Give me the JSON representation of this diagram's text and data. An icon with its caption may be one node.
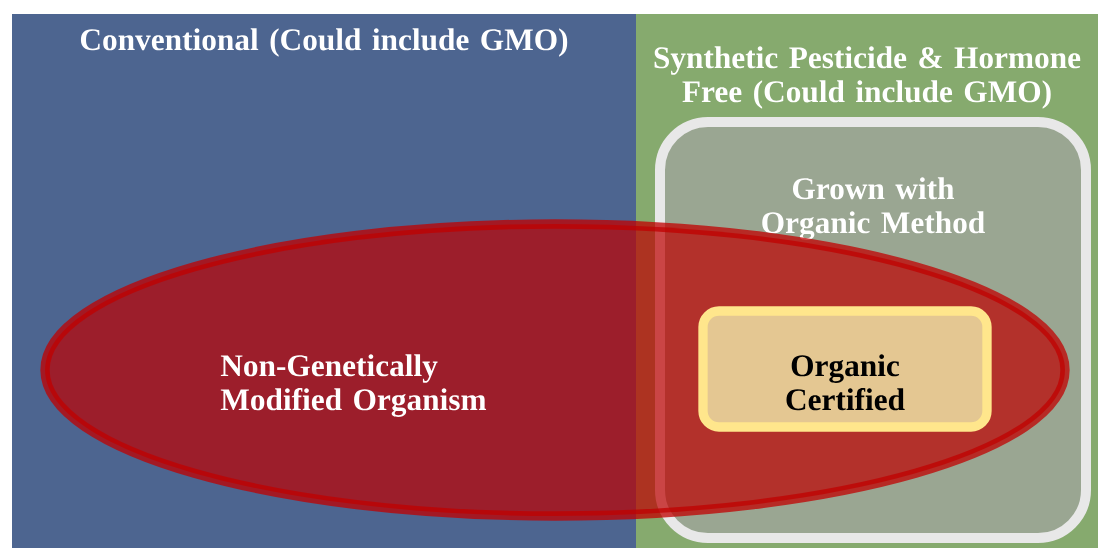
{
  "diagram": {
    "nodes": [
      {
        "text": [
          "Conventional (Could include GMO)"
        ]
      },
      {
        "text": [
          "Synthetic Pesticide & Hormone Free (Could include GMO)"
        ]
      },
      {
        "text": [
          "Grown with Organic Method"
        ],
        "in": 1
      },
      {
        "text": [
          "Organic Certified"
        ]
      },
      {
        "text": [
          "Non-Genetically Modified Organism"
        ]
      }
    ]
  }
}
